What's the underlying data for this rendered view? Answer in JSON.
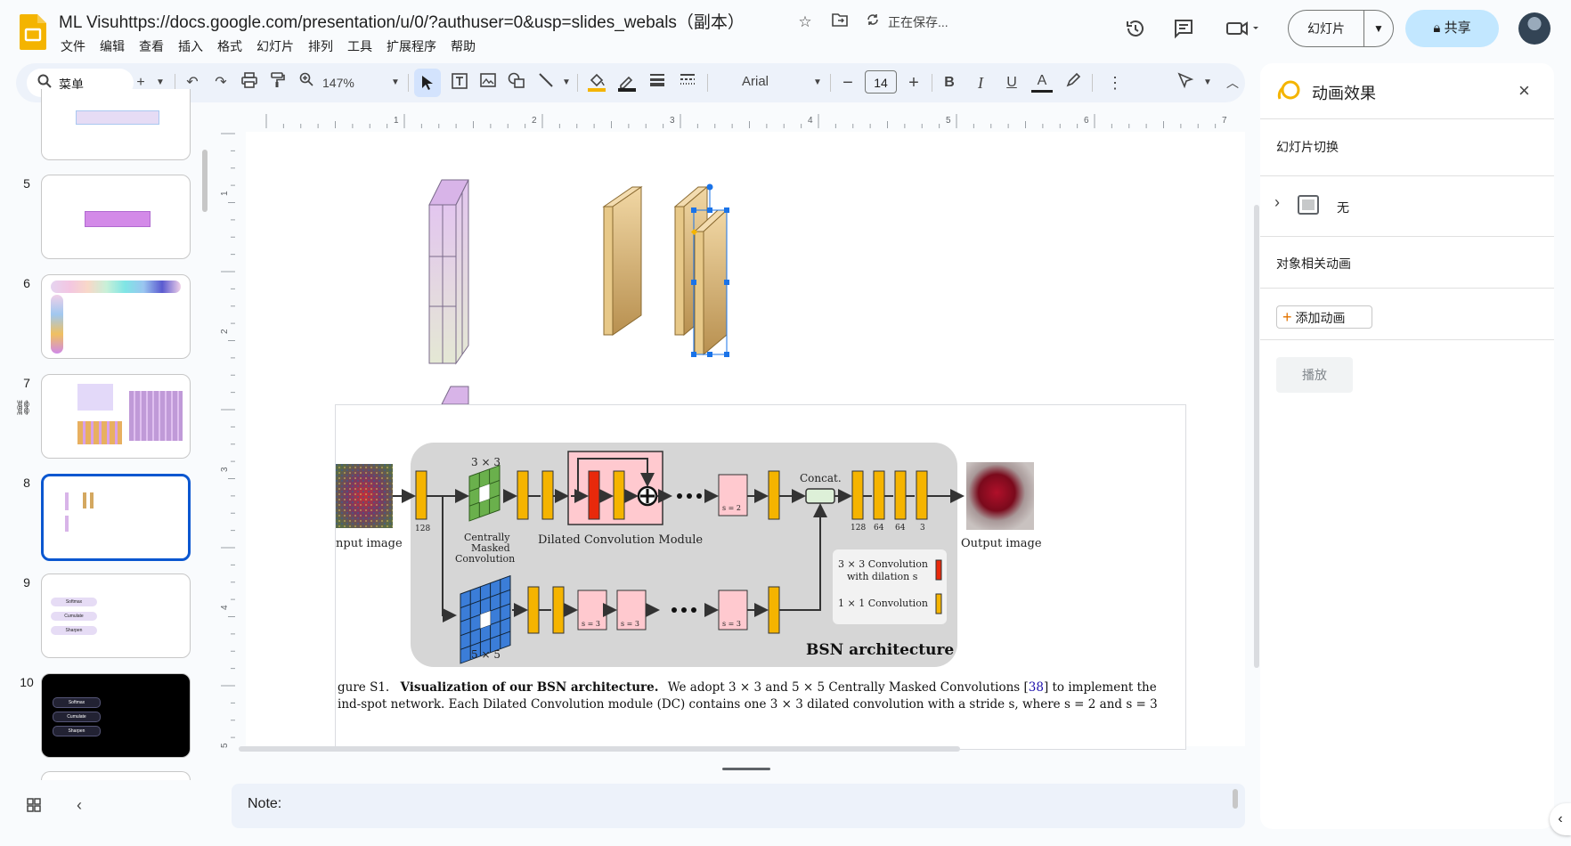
{
  "app": {
    "doc_title": "ML Visuhttps://docs.google.com/presentation/u/0/?authuser=0&usp=slides_webals（副本）",
    "saving_status": "正在保存...",
    "menu": [
      "文件",
      "编辑",
      "查看",
      "插入",
      "格式",
      "幻灯片",
      "排列",
      "工具",
      "扩展程序",
      "帮助"
    ],
    "slideshow_label": "幻灯片",
    "share_label": "共享"
  },
  "toolbar": {
    "search_label": "菜单",
    "zoom": "147%",
    "font_name": "Arial",
    "font_size": "14",
    "bold": "B",
    "italic": "I",
    "underline": "U",
    "text_color": "A"
  },
  "slides": {
    "numbers": [
      "5",
      "6",
      "7",
      "8",
      "9",
      "10"
    ],
    "selected": "8",
    "thumb9_labels": [
      "Softmax",
      "Cumulate",
      "Sharpen"
    ],
    "thumb10_labels": [
      "Softmax",
      "Cumulate",
      "Sharpen"
    ]
  },
  "rulers": {
    "h": [
      "1",
      "2",
      "3",
      "4",
      "5",
      "6",
      "7"
    ],
    "v": [
      "1",
      "2",
      "3",
      "4",
      "5"
    ]
  },
  "figure": {
    "input_caption": "nput image",
    "output_caption": "Output image",
    "k3_label": "3 × 3",
    "k5_label": "5 × 5",
    "cmc_label": [
      "Centrally",
      "Masked",
      "Convolution"
    ],
    "dcm_label": "Dilated Convolution Module",
    "concat_label": "Concat.",
    "s2_label": "s = 2",
    "s3_label": "s = 3",
    "ch_128": "128",
    "out_channels": [
      "128",
      "64",
      "64",
      "3"
    ],
    "legend_dilated": [
      "3 × 3 Convolution",
      "with dilation s"
    ],
    "legend_1x1": "1 × 1 Convolution",
    "bsn_title": "BSN architecture",
    "caption_line1_prefix": "gure S1.",
    "caption_line1_bold": "Visualization of our BSN architecture.",
    "caption_line1_rest": "We adopt 3 × 3 and 5 × 5 Centrally Masked Convolutions [",
    "caption_ref": "38",
    "caption_line1_end": "] to implement the",
    "caption_line2": "ind-spot network. Each Dilated Convolution module (DC) contains one 3 × 3 dilated convolution with a stride s, where s = 2 and s = 3",
    "colors": {
      "yellow": "#f5b400",
      "red": "#e8290b",
      "pink": "#ffc9cf",
      "green": "#6ab04c",
      "blue": "#3b7dd8",
      "bg": "#d6d6d6"
    }
  },
  "notes_label": "Note:",
  "panel": {
    "title": "动画效果",
    "transition_label": "幻灯片切换",
    "transition_value": "无",
    "object_anim_label": "对象相关动画",
    "add_anim_label": "添加动画",
    "play_label": "播放"
  }
}
